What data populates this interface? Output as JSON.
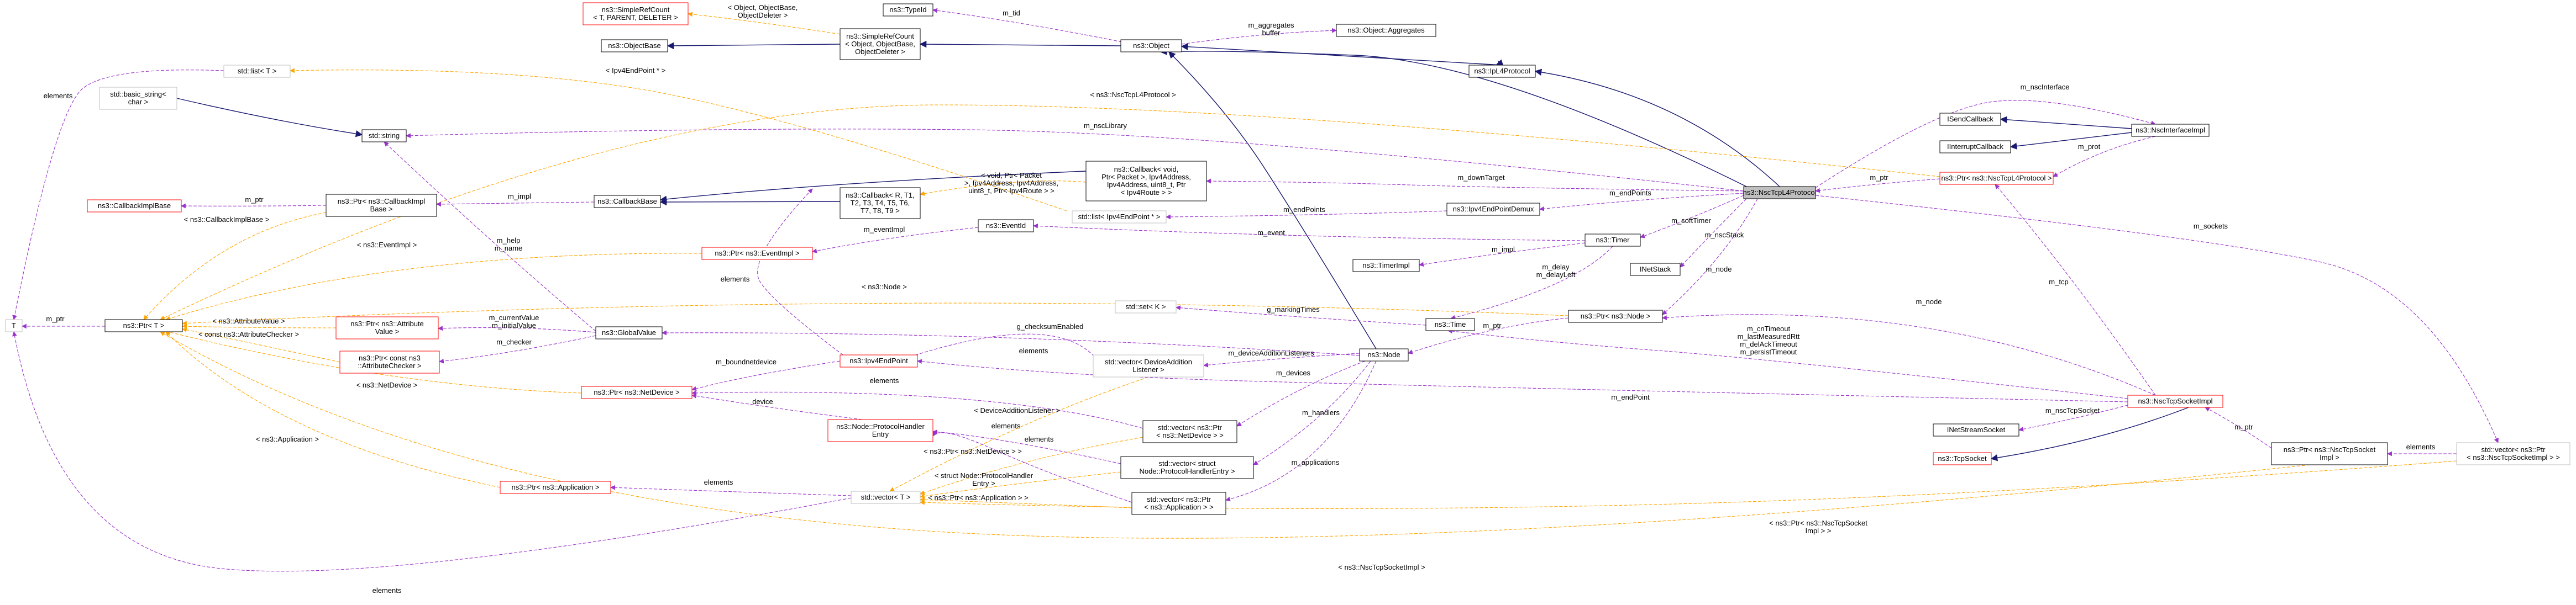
{
  "colors": {
    "inheritance": "#191970",
    "usage": "#9a32cd",
    "template": "#ffa500",
    "focus_fill": "#bfbfbf",
    "missing_docs": "#ff0000",
    "undocumented": "#bfbfbf"
  },
  "nodes": {
    "NscTcpL4Protocol": "ns3::NscTcpL4Protocol",
    "IpL4Protocol": "ns3::IpL4Protocol",
    "Object": "ns3::Object",
    "TypeId": "ns3::TypeId",
    "ObjectAggregates": "ns3::Object::Aggregates",
    "SimpleRefCountObj": [
      "ns3::SimpleRefCount",
      "< Object, ObjectBase,",
      "ObjectDeleter >"
    ],
    "SimpleRefCountT": [
      "ns3::SimpleRefCount",
      "< T, PARENT, DELETER >"
    ],
    "ObjectBase": "ns3::ObjectBase",
    "StdListT": "std::list< T >",
    "BasicString": [
      "std::basic_string<",
      "char >"
    ],
    "StdString": "std::string",
    "NscInterfaceImpl": "ns3::NscInterfaceImpl",
    "ISendCallback": "ISendCallback",
    "IInterruptCallback": "IInterruptCallback",
    "PtrNscTcpL4": "ns3::Ptr< ns3::NscTcpL4Protocol >",
    "CallbackIpv4": [
      "ns3::Callback< void,",
      "Ptr< Packet >, Ipv4Address,",
      "Ipv4Address, uint8_t, Ptr",
      "< Ipv4Route > >"
    ],
    "CallbackT": [
      "ns3::Callback< R, T1,",
      "T2, T3, T4, T5, T6,",
      "T7, T8, T9 >"
    ],
    "CallbackBase": "ns3::CallbackBase",
    "PtrCallbackImplBase": [
      "ns3::Ptr< ns3::CallbackImpl",
      "Base >"
    ],
    "CallbackImplBase": "ns3::CallbackImplBase",
    "Ipv4EndPointDemux": "ns3::Ipv4EndPointDemux",
    "StdListIpv4EndPoint": "std::list< Ipv4EndPoint * >",
    "EventId": "ns3::EventId",
    "PtrEventImpl": "ns3::Ptr< ns3::EventImpl >",
    "TimerImpl": "ns3::TimerImpl",
    "Timer": "ns3::Timer",
    "INetStack": "INetStack",
    "PtrT": "ns3::Ptr< T >",
    "T": "T",
    "Time": "ns3::Time",
    "PtrNode": "ns3::Ptr< ns3::Node >",
    "StdSetK": "std::set< K >",
    "GlobalValue": "ns3::GlobalValue",
    "PtrAttrValue": [
      "ns3::Ptr< ns3::Attribute",
      "Value >"
    ],
    "PtrAttrChecker": [
      "ns3::Ptr< const ns3",
      "::AttributeChecker >"
    ],
    "Ipv4EndPoint": "ns3::Ipv4EndPoint",
    "StdVectorDAL": [
      "std::vector< DeviceAddition",
      "Listener >"
    ],
    "Node": "ns3::Node",
    "PtrNetDevice": "ns3::Ptr< ns3::NetDevice >",
    "ProtocolHandlerEntry": [
      "ns3::Node::ProtocolHandler",
      "Entry"
    ],
    "StdVectorPtrNetDevice": [
      "std::vector< ns3::Ptr",
      "< ns3::NetDevice > >"
    ],
    "StdVectorProtoHandler": [
      "std::vector< struct",
      "Node::ProtocolHandlerEntry >"
    ],
    "StdVectorT": "std::vector< T >",
    "StdVectorPtrApp": [
      "std::vector< ns3::Ptr",
      "< ns3::Application > >"
    ],
    "PtrApplication": "ns3::Ptr< ns3::Application >",
    "NscTcpSocketImpl": "ns3::NscTcpSocketImpl",
    "INetStreamSocket": "INetStreamSocket",
    "TcpSocket": "ns3::TcpSocket",
    "PtrNscTcpSocketImpl": [
      "ns3::Ptr< ns3::NscTcpSocket",
      "Impl >"
    ],
    "StdVectorPtrNscTcpSocket": [
      "std::vector< ns3::Ptr",
      "< ns3::NscTcpSocketImpl > >"
    ]
  },
  "labels": {
    "m_tid": "m_tid",
    "aggr": [
      "m_aggregates",
      "buffer"
    ],
    "srcTpl": [
      "< Object, ObjectBase,",
      "ObjectDeleter >"
    ],
    "ipv4EpPtrTpl": "< Ipv4EndPoint * >",
    "nscTcpL4Tpl": "< ns3::NscTcpL4Protocol >",
    "nscLibrary": "m_nscLibrary",
    "nscInterface": "m_nscInterface",
    "prot": "m_prot",
    "ptr1": "m_ptr",
    "ptr2": "m_ptr",
    "ptr3": "m_ptr",
    "ptr4": "m_ptr",
    "ptr5": "m_ptr",
    "ptr6": "m_ptr",
    "cbTpl": [
      "< void, Ptr< Packet",
      ">, Ipv4Address, Ipv4Address,",
      "uint8_t, Ptr< Ipv4Route > >"
    ],
    "downTarget": "m_downTarget",
    "impl1": "m_impl",
    "impl2": "m_impl",
    "cbImplBaseTpl": "< ns3::CallbackImplBase >",
    "helpName": [
      "m_help",
      "m_name"
    ],
    "endPoints1": "m_endPoints",
    "endPoints2": "m_endPoints",
    "softTimer": "m_softTimer",
    "elements1": "elements",
    "elements2": "elements",
    "elements3": "elements",
    "elements4": "elements",
    "elements5": "elements",
    "elements6": "elements",
    "elements7": "elements",
    "elements8": "elements",
    "eventImpl": "m_eventImpl",
    "eventImplTpl": "< ns3::EventImpl >",
    "event": "m_event",
    "nscStack": "m_nscStack",
    "delay": [
      "m_delay",
      "m_delayLeft"
    ],
    "nodeLbl1": "m_node",
    "nodeLbl2": "m_node",
    "nodeTpl": "< ns3::Node >",
    "sockets": "m_sockets",
    "tcp": "m_tcp",
    "markingTimes": "g_markingTimes",
    "attrValueTpl": "< ns3::AttributeValue >",
    "attrCheckerTpl": "< const ns3::AttributeChecker >",
    "curInit": [
      "m_currentValue",
      "m_initialValue"
    ],
    "checker": "m_checker",
    "checksum": "g_checksumEnabled",
    "boundnetdevice": "m_boundnetdevice",
    "devAddListeners": "m_deviceAdditionListeners",
    "devAddTpl": "< DeviceAdditionListener >",
    "netDeviceTpl": "< ns3::NetDevice >",
    "devices": "m_devices",
    "timeouts": [
      "m_cnTimeout",
      "m_lastMeasuredRtt",
      "m_delAckTimeout",
      "m_persistTimeout"
    ],
    "endPoint": "m_endPoint",
    "device": "device",
    "handlers": "m_handlers",
    "ptrNetDevTpl": "< ns3::Ptr< ns3::NetDevice > >",
    "protoHandlerTpl": [
      "< struct Node::ProtocolHandler",
      "Entry >"
    ],
    "applications": "m_applications",
    "appTpl": "< ns3::Application >",
    "ptrAppTpl": "< ns3::Ptr< ns3::Application > >",
    "nscTcpSocket": "m_nscTcpSocket",
    "ptrNscSockTpl": [
      "< ns3::Ptr< ns3::NscTcpSocket",
      "Impl > >"
    ],
    "nscSockImplTpl": "< ns3::NscTcpSocketImpl >"
  }
}
